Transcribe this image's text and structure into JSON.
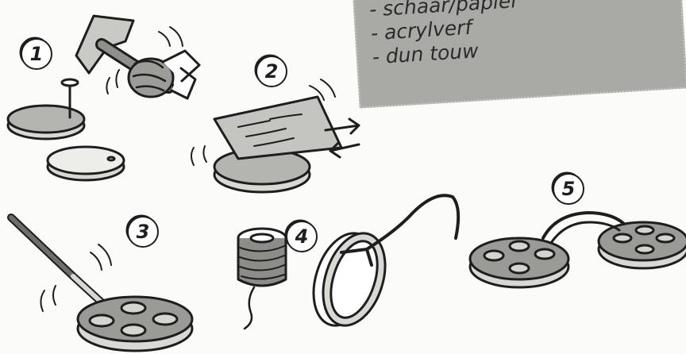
{
  "materials": [
    "schaar/papier",
    "acrylverf",
    "dun touw"
  ],
  "steps": [
    "1",
    "2",
    "3",
    "4",
    "5"
  ],
  "colors": {
    "outline": "#1e1e1e",
    "disc_top": "#b4b4b1",
    "disc_side": "#d8d8d5",
    "hole": "#8a8a86",
    "note_bg": "#a9a9a6"
  }
}
